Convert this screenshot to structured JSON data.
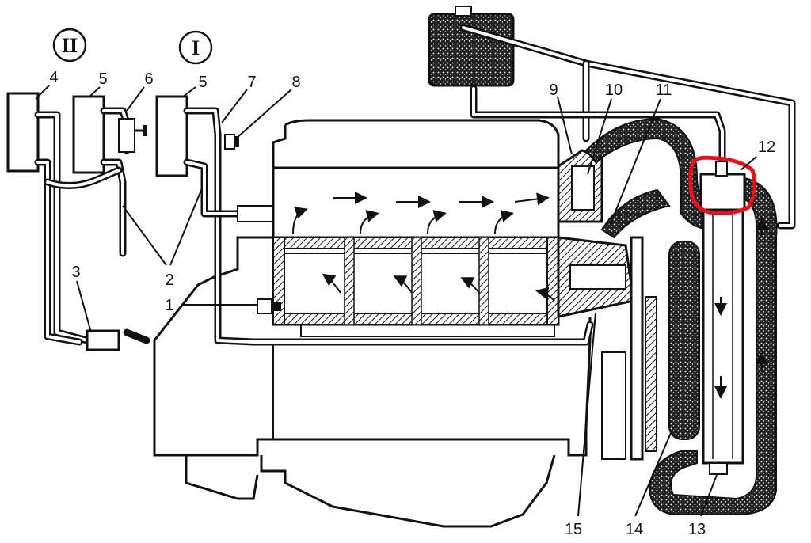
{
  "labels": {
    "l1": "1",
    "l2": "2",
    "l3": "3",
    "l4": "4",
    "l5a": "5",
    "l5b": "5",
    "l6": "6",
    "l7": "7",
    "l8": "8",
    "l9": "9",
    "l10": "10",
    "l11": "11",
    "l12": "12",
    "l13": "13",
    "l14": "14",
    "l15": "15",
    "roman_one": "I",
    "roman_two": "II"
  },
  "highlight_color": "#e3121b"
}
